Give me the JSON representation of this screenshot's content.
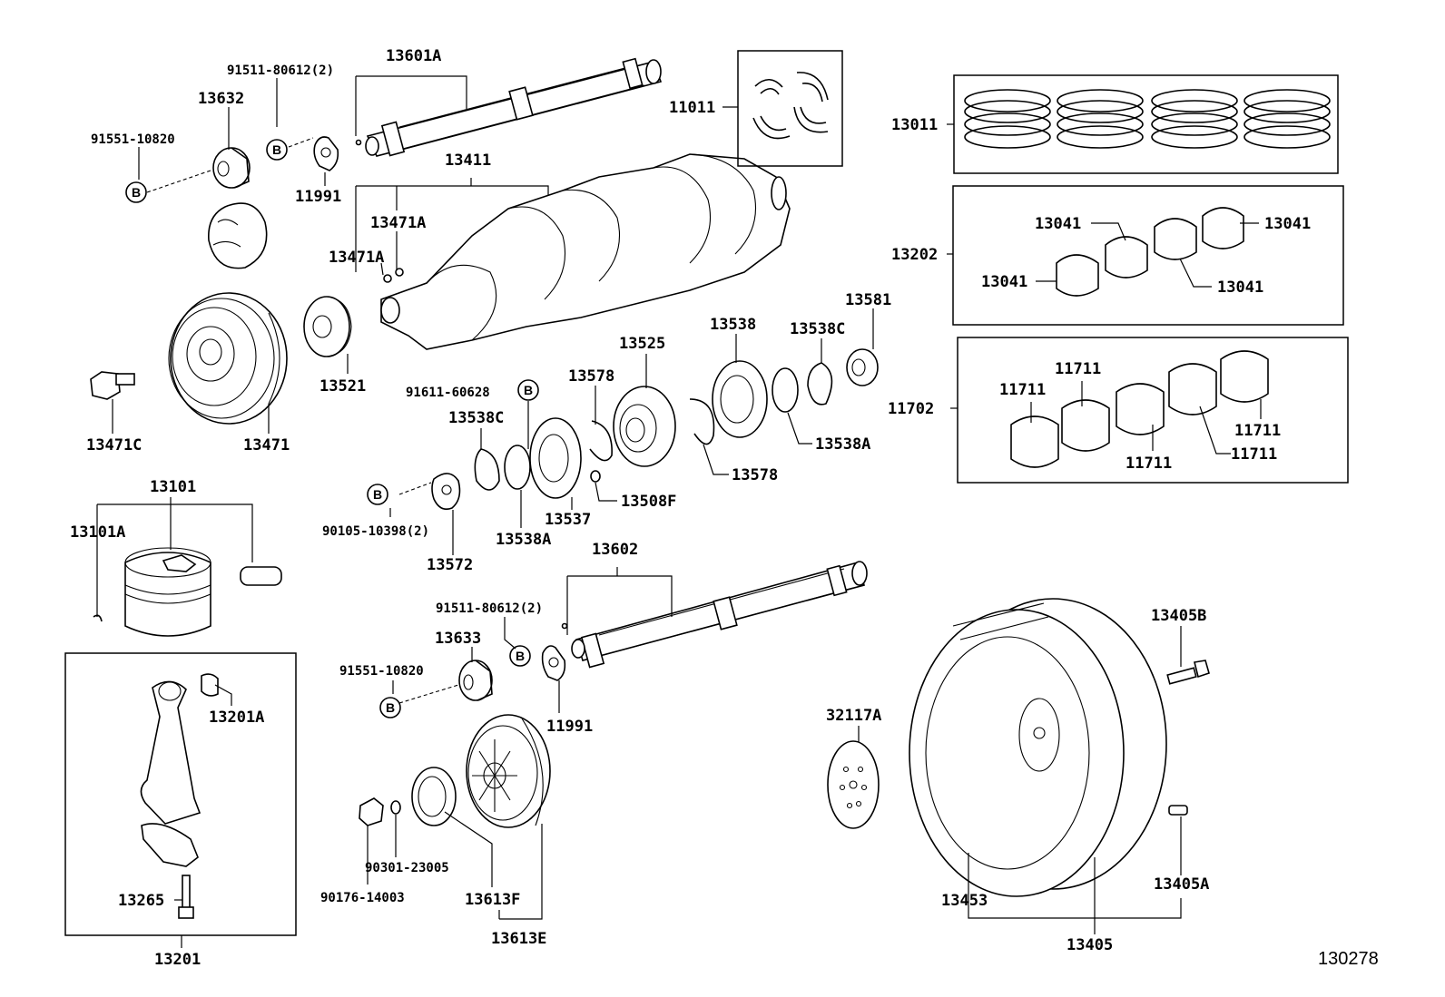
{
  "figure_id": "130278",
  "labels": {
    "p13601A": "13601A",
    "p91511_top": "91511-80612(2)",
    "p13632": "13632",
    "p91551_top": "91551-10820",
    "p11991_top": "11991",
    "p11011": "11011",
    "p13011": "13011",
    "p13411": "13411",
    "p13471A_a": "13471A",
    "p13471A_b": "13471A",
    "p13202": "13202",
    "p13041_a": "13041",
    "p13041_b": "13041",
    "p13041_c": "13041",
    "p13041_d": "13041",
    "p13581": "13581",
    "p13538": "13538",
    "p13538C_right": "13538C",
    "p13525": "13525",
    "p13521": "13521",
    "p91611": "91611-60628",
    "p13578_a": "13578",
    "p13538C_left": "13538C",
    "p13471C": "13471C",
    "p13471": "13471",
    "p11702": "11702",
    "p11711_a": "11711",
    "p11711_b": "11711",
    "p11711_c": "11711",
    "p11711_d": "11711",
    "p11711_e": "11711",
    "p13538A_right": "13538A",
    "p13578_b": "13578",
    "p13508F": "13508F",
    "p13101": "13101",
    "p13101A": "13101A",
    "p90105": "90105-10398(2)",
    "p13537": "13537",
    "p13538A_left": "13538A",
    "p13572": "13572",
    "p13602": "13602",
    "p91511_bot": "91511-80612(2)",
    "p13633": "13633",
    "p13405B": "13405B",
    "p91551_bot": "91551-10820",
    "p13201A": "13201A",
    "p32117A": "32117A",
    "p11991_bot": "11991",
    "p90301": "90301-23005",
    "p90176": "90176-14003",
    "p13613F": "13613F",
    "p13265": "13265",
    "p13453": "13453",
    "p13405A": "13405A",
    "p13613E": "13613E",
    "p13201": "13201",
    "p13405": "13405"
  },
  "markers": {
    "b1": "B",
    "b2": "B",
    "b3": "B",
    "b4": "B",
    "b5": "B",
    "b6": "B"
  }
}
